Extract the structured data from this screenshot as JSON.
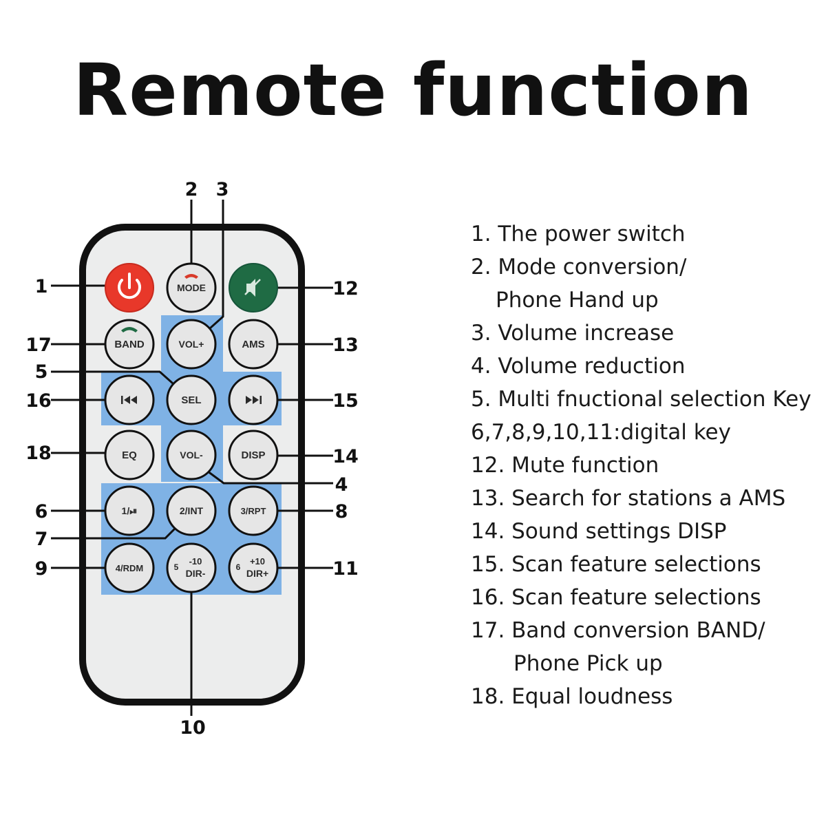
{
  "title": "Remote function",
  "buttons": {
    "mode": "MODE",
    "band": "BAND",
    "vol_plus": "VOL+",
    "ams": "AMS",
    "sel": "SEL",
    "eq": "EQ",
    "vol_minus": "VOL-",
    "disp": "DISP",
    "b1": "1/⏯",
    "b2": "2/INT",
    "b3": "3/RPT",
    "b4": "4/RDM",
    "b5_digit": "5",
    "b5_top": "-10",
    "b5_bottom": "DIR-",
    "b6_digit": "6",
    "b6_top": "+10",
    "b6_bottom": "DIR+",
    "prev_icon": "skip-previous-icon",
    "next_icon": "skip-next-icon",
    "power_icon": "power-icon",
    "mute_icon": "mute-icon",
    "hangup_icon": "phone-hangup-icon",
    "pickup_icon": "phone-pickup-icon"
  },
  "callouts": {
    "n1": "1",
    "n2": "2",
    "n3": "3",
    "n4": "4",
    "n5": "5",
    "n6": "6",
    "n7": "7",
    "n8": "8",
    "n9": "9",
    "n10": "10",
    "n11": "11",
    "n12": "12",
    "n13": "13",
    "n14": "14",
    "n15": "15",
    "n16": "16",
    "n17": "17",
    "n18": "18"
  },
  "legend": [
    "1. The power switch",
    "2. Mode conversion/",
    "Phone Hand up",
    "3. Volume increase",
    "4. Volume reduction",
    "5. Multi fnuctional selection Key",
    "6,7,8,9,10,11:digital key",
    "12. Mute function",
    "13. Search for stations a AMS",
    "14. Sound settings DISP",
    "15. Scan feature selections",
    "16. Scan feature selections",
    "17. Band conversion BAND/",
    "Phone Pick up",
    "18. Equal loudness"
  ],
  "colors": {
    "power": "#e8382a",
    "mute": "#1f6b44",
    "highlight": "#7fb2e5",
    "button": "#e6e6e6",
    "remote_body": "#eceded"
  }
}
